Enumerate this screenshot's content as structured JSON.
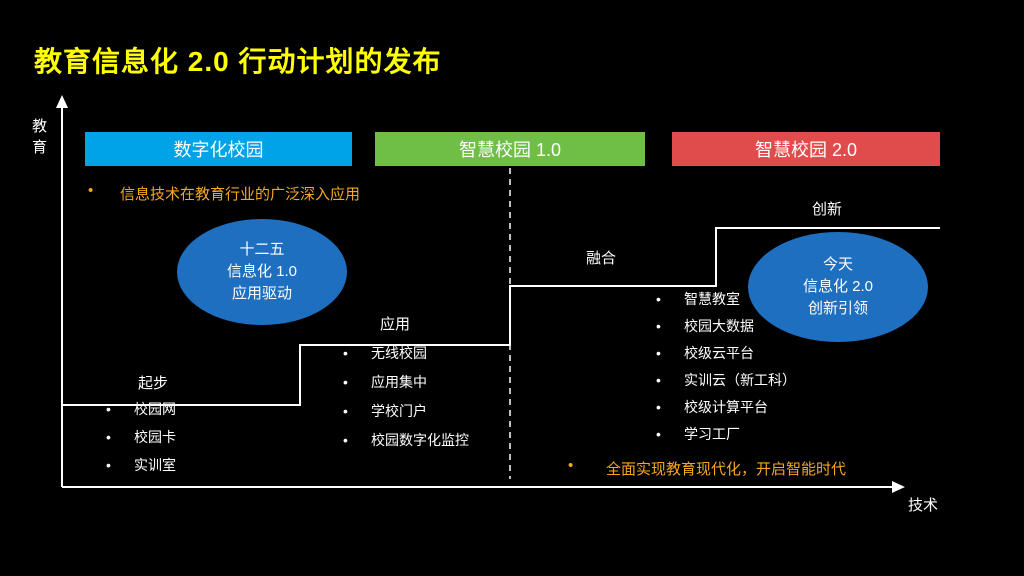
{
  "title": "教育信息化 2.0 行动计划的发布",
  "axes": {
    "y_label": "教育",
    "x_label": "技术"
  },
  "phases": [
    {
      "label": "数字化校园",
      "color": "#00a2e8"
    },
    {
      "label": "智慧校园 1.0",
      "color": "#6fbe45"
    },
    {
      "label": "智慧校园 2.0",
      "color": "#e04b4b"
    }
  ],
  "stages": [
    {
      "label": "起步"
    },
    {
      "label": "应用"
    },
    {
      "label": "融合"
    },
    {
      "label": "创新"
    }
  ],
  "notes": {
    "top": "信息技术在教育行业的广泛深入应用",
    "bottom": "全面实现教育现代化，开启智能时代"
  },
  "ellipses": [
    {
      "lines": [
        "十二五",
        "信息化 1.0",
        "应用驱动"
      ],
      "color": "#1e6fc0"
    },
    {
      "lines": [
        "今天",
        "信息化 2.0",
        "创新引领"
      ],
      "color": "#1e6fc0"
    }
  ],
  "lists": {
    "left": [
      "校园网",
      "校园卡",
      "实训室"
    ],
    "middle": [
      "无线校园",
      "应用集中",
      "学校门户",
      "校园数字化监控"
    ],
    "right": [
      "智慧教室",
      "校园大数据",
      "校级云平台",
      "实训云（新工科）",
      "校级计算平台",
      "学习工厂"
    ]
  },
  "colors": {
    "background": "#000000",
    "title": "#ffff00",
    "note_orange": "#f5a623",
    "line": "#ffffff",
    "ellipse_blue": "#1e6fc0"
  }
}
